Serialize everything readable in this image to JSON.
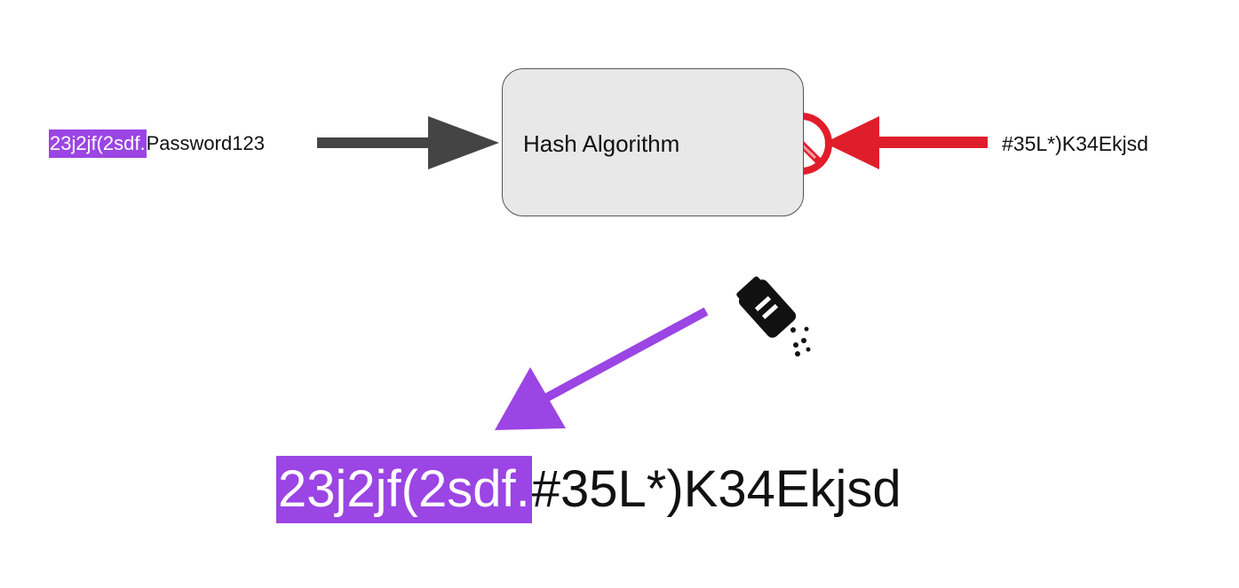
{
  "input": {
    "salt": "23j2jf(2sdf.",
    "password": "Password123"
  },
  "hash_box": {
    "label": "Hash Algorithm"
  },
  "output": {
    "hash": "#35L*)K34Ekjsd"
  },
  "result": {
    "salt": "23j2jf(2sdf.",
    "hash": "#35L*)K34Ekjsd"
  },
  "icons": {
    "blocked": "no-entry-icon",
    "salt_shaker": "salt-shaker-icon"
  },
  "colors": {
    "salt_highlight": "#9b45e4",
    "input_arrow": "#444444",
    "blocked_arrow": "#e01e2b",
    "salt_arrow": "#9b45e4",
    "box_fill": "#e8e8e8"
  }
}
